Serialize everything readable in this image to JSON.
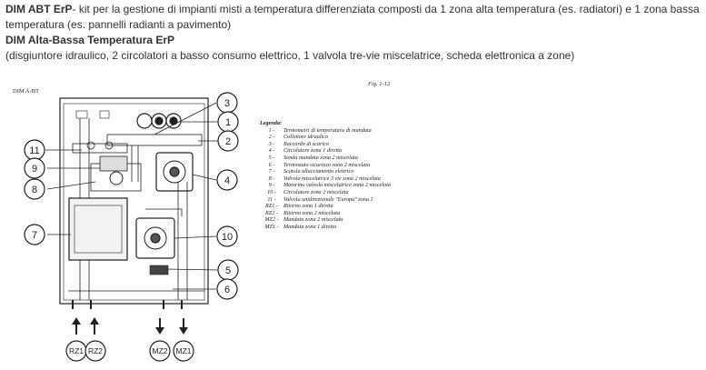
{
  "intro": {
    "title1": "DIM ABT ErP",
    "text1": "- kit per la gestione di impianti misti a temperatura differenziata composti da 1 zona alta temperatura (es. radiatori) e 1 zona bassa temperatura (es. pannelli radianti a pavimento)",
    "title2": "DIM Alta-Bassa Temperatura ErP",
    "text2": "(disgiuntore idraulico, 2 circolatori a basso consumo elettrico, 1 valvola tre-vie miscelatrice, scheda elettronica a zone)"
  },
  "figure": {
    "model_label": "DIM A-BT",
    "fig_number": "Fig. 1-12",
    "callouts": [
      "1",
      "2",
      "3",
      "4",
      "5",
      "6",
      "7",
      "8",
      "9",
      "10",
      "11"
    ],
    "connections": [
      "RZ1",
      "RZ2",
      "MZ2",
      "MZ1"
    ]
  },
  "legend": {
    "title": "Legenda:",
    "items": [
      {
        "code": "1 -",
        "text": "Termometri di temperatura di mandata"
      },
      {
        "code": "2 -",
        "text": "Collettore idraulico"
      },
      {
        "code": "3 -",
        "text": "Raccordo di scarico"
      },
      {
        "code": "4 -",
        "text": "Circolatore zona 1 diretta"
      },
      {
        "code": "5 -",
        "text": "Sonda mandata zona 2 miscelata"
      },
      {
        "code": "6 -",
        "text": "Termostato sicurezza zona 2 miscelata"
      },
      {
        "code": "7 -",
        "text": "Scatola allacciamento elettrico"
      },
      {
        "code": "8 -",
        "text": "Valvola miscelatrice 3 vie zona 2 miscelata"
      },
      {
        "code": "9 -",
        "text": "Motorino valvola miscelatrice zona 2 miscelata"
      },
      {
        "code": "10 -",
        "text": "Circolatore zona 2 miscelata"
      },
      {
        "code": "11 -",
        "text": "Valvola unidirezionale \"Europa\" zona 1"
      },
      {
        "code": "RZ1 -",
        "text": "Ritorno zona 1 diretta"
      },
      {
        "code": "RZ2 -",
        "text": "Ritorno zona 2 miscelata"
      },
      {
        "code": "MZ2 -",
        "text": "Mandata zona 2 miscelata"
      },
      {
        "code": "MZ1 -",
        "text": "Mandata zona 1 diretta"
      }
    ]
  }
}
